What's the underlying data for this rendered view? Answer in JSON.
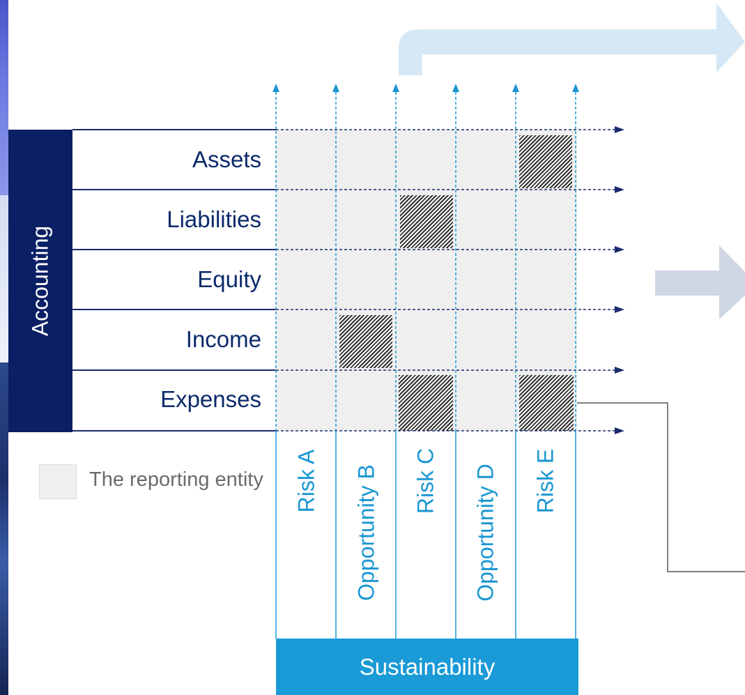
{
  "accounting": {
    "label": "Accounting",
    "rows": [
      "Assets",
      "Liabilities",
      "Equity",
      "Income",
      "Expenses"
    ]
  },
  "sustainability": {
    "label": "Sustainability",
    "columns": [
      "Risk A",
      "Opportunity B",
      "Risk C",
      "Opportunity D",
      "Risk E"
    ]
  },
  "hatched_cells": [
    {
      "row": "Assets",
      "column": "Risk E"
    },
    {
      "row": "Liabilities",
      "column": "Risk C"
    },
    {
      "row": "Income",
      "column": "Opportunity B"
    },
    {
      "row": "Expenses",
      "column": "Risk C"
    },
    {
      "row": "Expenses",
      "column": "Risk E"
    }
  ],
  "legend": {
    "text": "The reporting entity"
  },
  "colors": {
    "accounting_navy": "#0a1f64",
    "sustainability_blue": "#1a9ad6",
    "entity_grey": "#efefef",
    "arrow_navy": "#1a2a6c",
    "light_blue_arrow": "#d6e8f5",
    "grey_blue_arrow": "#cfd6e4"
  }
}
